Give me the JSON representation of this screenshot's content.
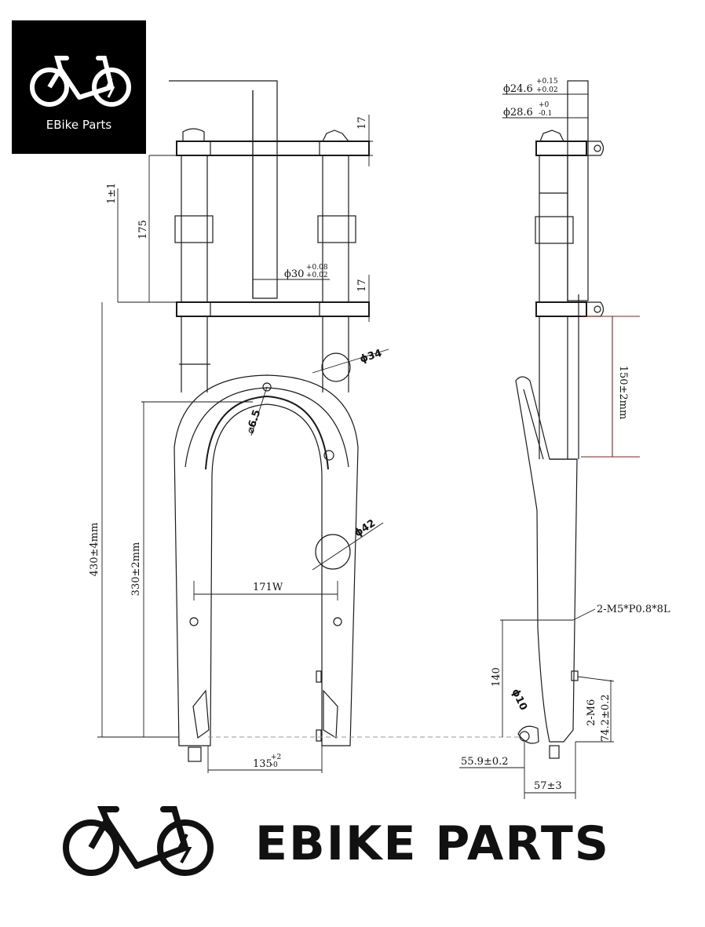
{
  "logo": {
    "caption": "EBike Parts",
    "icon": "bike-bolt-icon"
  },
  "brand": {
    "name": "EBIKE PARTS",
    "icon": "bike-bolt-icon"
  },
  "front_view": {
    "dim_17_top": "17",
    "dim_1pm1": "1±1",
    "dim_175": "175",
    "dim_phi30": "ϕ30",
    "dim_phi30_tol_up": "+0.08",
    "dim_phi30_tol_dn": "+0.02",
    "dim_17_bottom": "17",
    "dim_phi34": "ϕ34",
    "dim_phi6_5": "⌀6.5",
    "dim_phi42": "ϕ42",
    "dim_171w": "171W",
    "dim_430": "430±4mm",
    "dim_330": "330±2mm",
    "dim_135": "135",
    "dim_135_tol_up": "+2",
    "dim_135_tol_dn": "-0"
  },
  "side_view": {
    "dim_phi24_6": "ϕ24.6",
    "dim_phi24_6_tol_up": "+0.15",
    "dim_phi24_6_tol_dn": "+0.02",
    "dim_phi28_6": "ϕ28.6",
    "dim_phi28_6_tol_up": "+0",
    "dim_phi28_6_tol_dn": "-0.1",
    "dim_150": "150±2mm",
    "dim_m5": "2-M5*P0.8*8L",
    "dim_140": "140",
    "dim_phi10": "ϕ10",
    "dim_m6": "2-M6",
    "dim_74_2": "74.2±0.2",
    "dim_55_9": "55.9±0.2",
    "dim_57": "57±3"
  },
  "colors": {
    "line": "#1a1a1a",
    "accent_dim": "#8b1c1c",
    "logo_bg": "#000000"
  }
}
